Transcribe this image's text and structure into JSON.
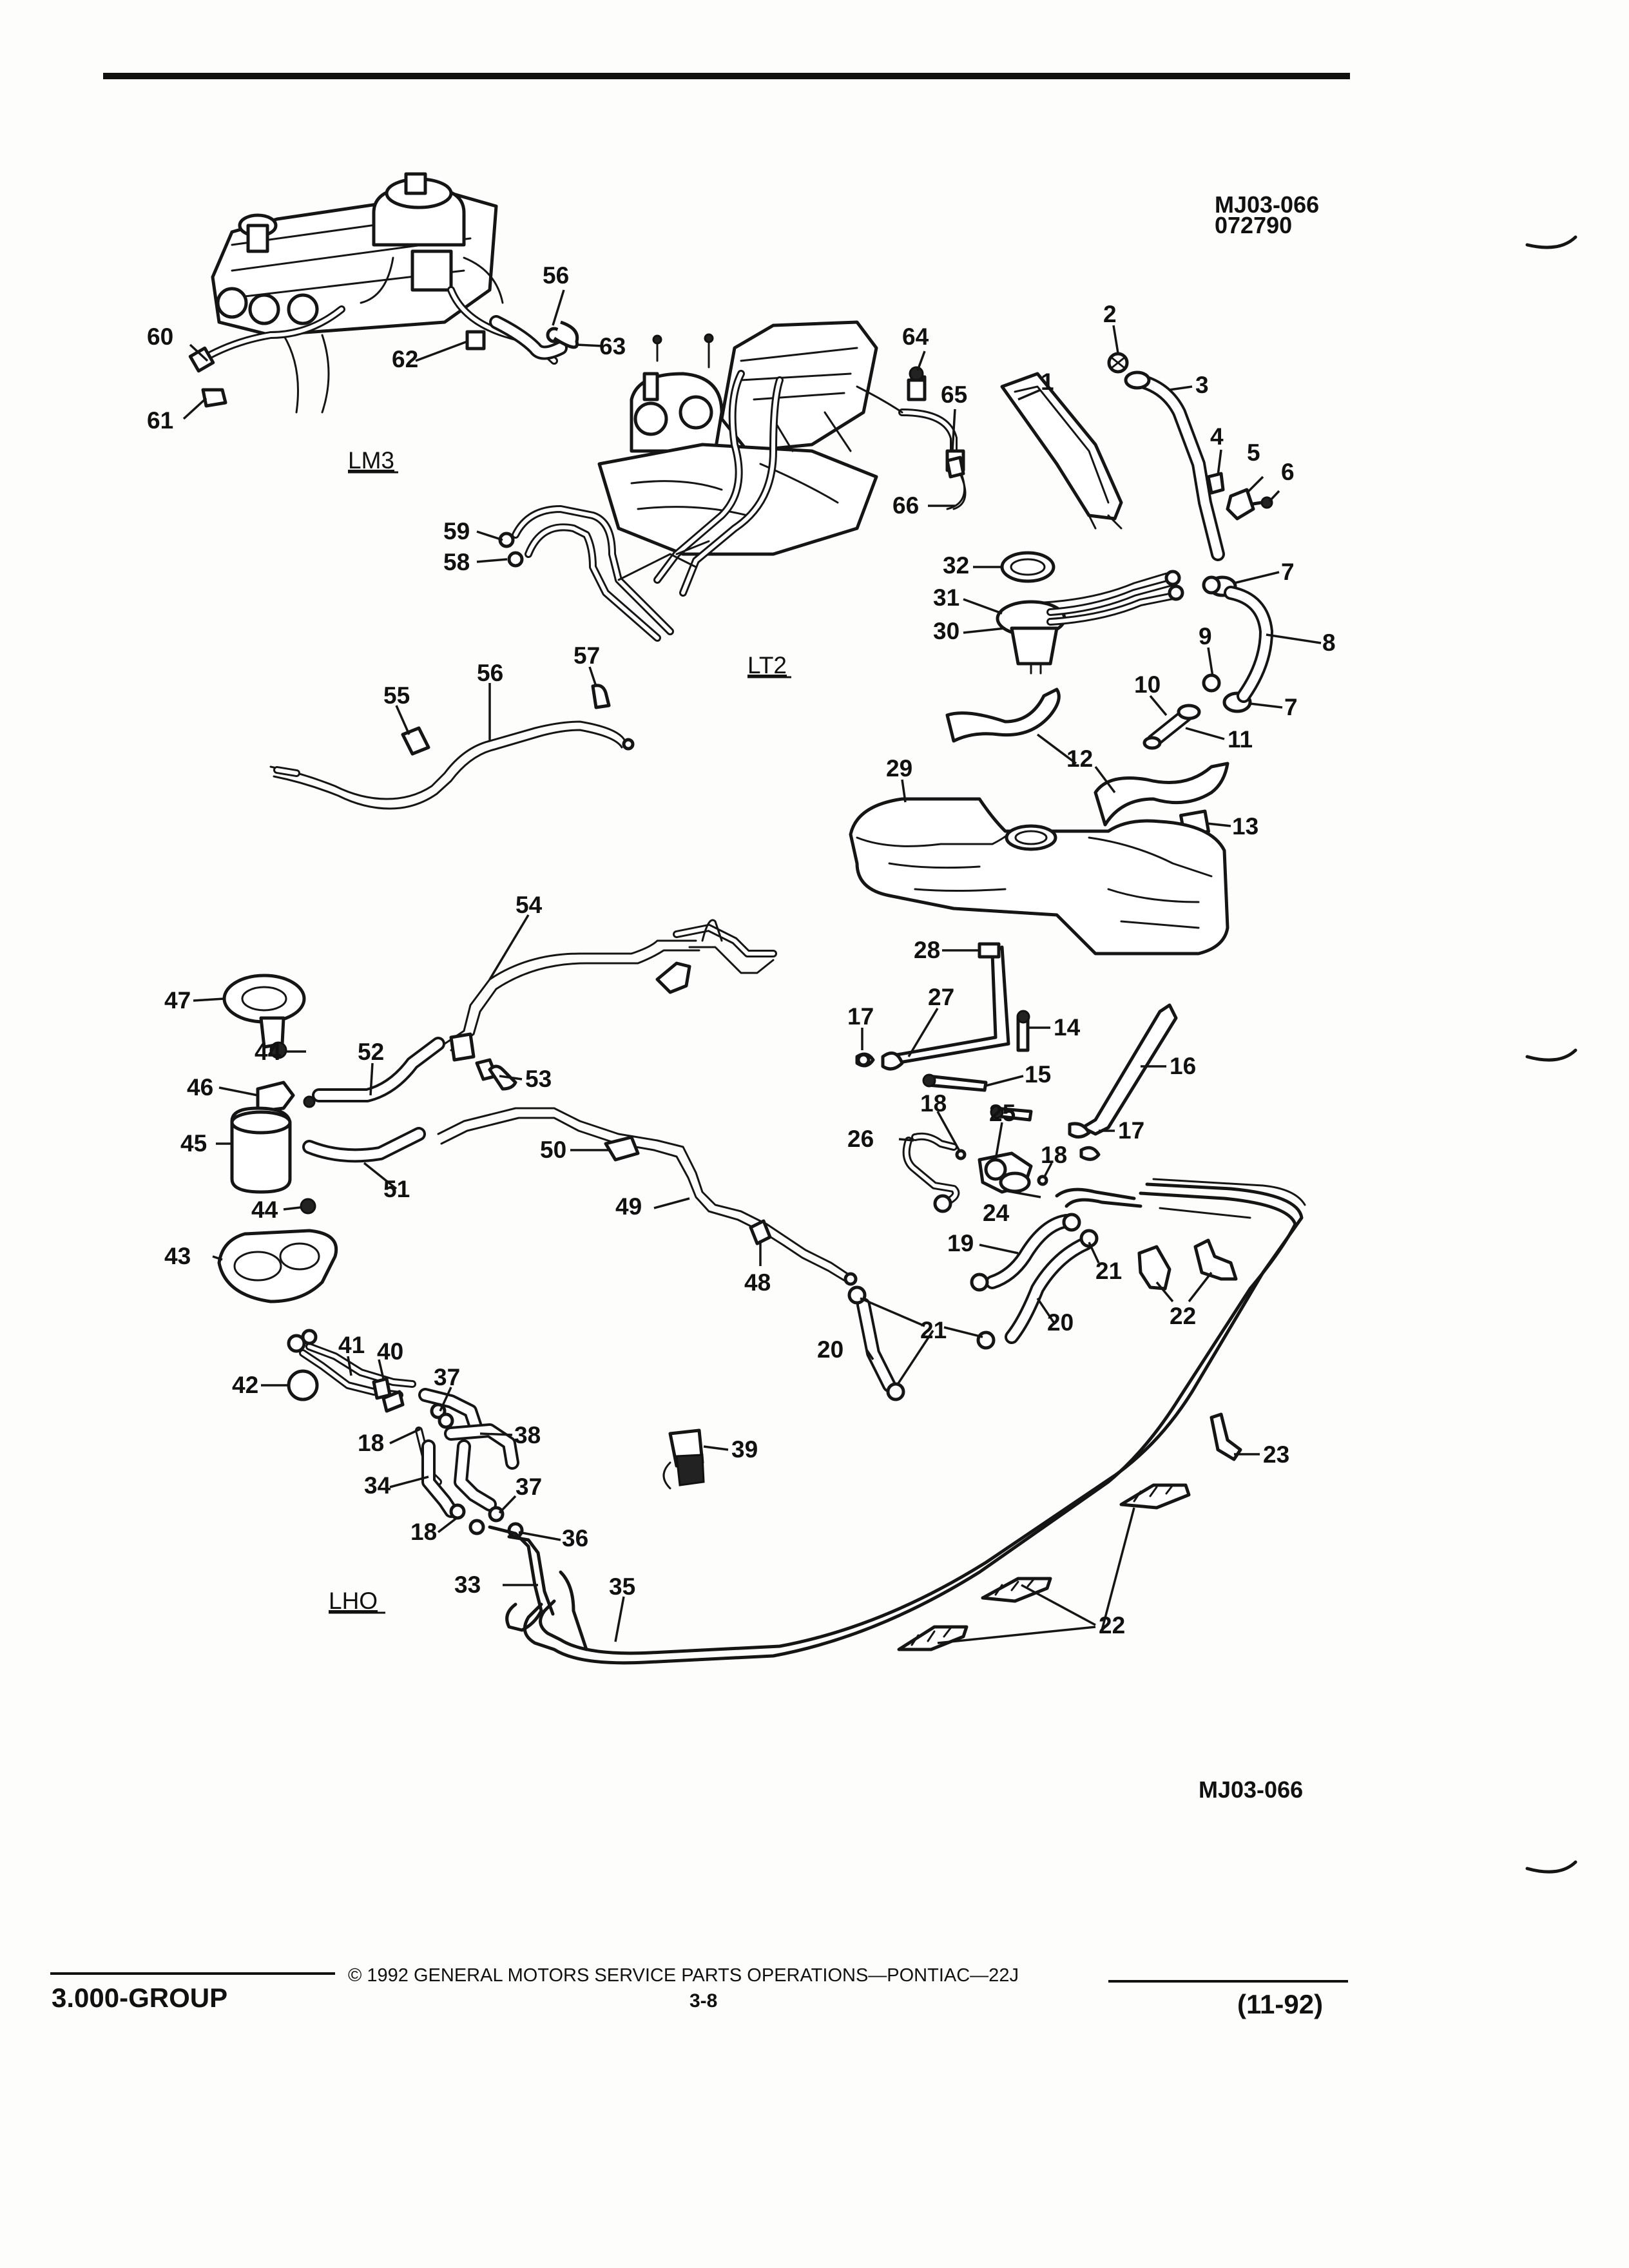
{
  "figure": {
    "ref_top_line1": "MJ03-066",
    "ref_top_line2": "072790",
    "ref_bottom": "MJ03-066"
  },
  "engine_labels": {
    "lm3": "LM3",
    "lt2": "LT2",
    "lho": "LHO"
  },
  "callouts": {
    "c1": "1",
    "c2": "2",
    "c3": "3",
    "c4": "4",
    "c5": "5",
    "c6": "6",
    "c7a": "7",
    "c7b": "7",
    "c8": "8",
    "c9": "9",
    "c10": "10",
    "c11": "11",
    "c12": "12",
    "c13": "13",
    "c14": "14",
    "c15": "15",
    "c16": "16",
    "c17a": "17",
    "c17b": "17",
    "c18a": "18",
    "c18b": "18",
    "c18c": "18",
    "c18d": "18",
    "c19": "19",
    "c20a": "20",
    "c20b": "20",
    "c21a": "21",
    "c21b": "21",
    "c22a": "22",
    "c22b": "22",
    "c23": "23",
    "c24": "24",
    "c25": "25",
    "c26": "26",
    "c27": "27",
    "c28": "28",
    "c29": "29",
    "c30": "30",
    "c31": "31",
    "c32": "32",
    "c33": "33",
    "c34": "34",
    "c35": "35",
    "c36": "36",
    "c37a": "37",
    "c37b": "37",
    "c38": "38",
    "c39": "39",
    "c40": "40",
    "c41": "41",
    "c42": "42",
    "c43": "43",
    "c44a": "44",
    "c44b": "44",
    "c45": "45",
    "c46": "46",
    "c47": "47",
    "c48": "48",
    "c49": "49",
    "c50": "50",
    "c51": "51",
    "c52": "52",
    "c53": "53",
    "c54": "54",
    "c55": "55",
    "c56a": "56",
    "c56b": "56",
    "c57": "57",
    "c58": "58",
    "c59": "59",
    "c60": "60",
    "c61": "61",
    "c62": "62",
    "c63": "63",
    "c64": "64",
    "c65": "65",
    "c66": "66"
  },
  "footer": {
    "group": "3.000-GROUP",
    "copyright": "©  1992  GENERAL MOTORS SERVICE PARTS OPERATIONS—PONTIAC—22J",
    "page": "3-8",
    "date": "(11-92)"
  }
}
